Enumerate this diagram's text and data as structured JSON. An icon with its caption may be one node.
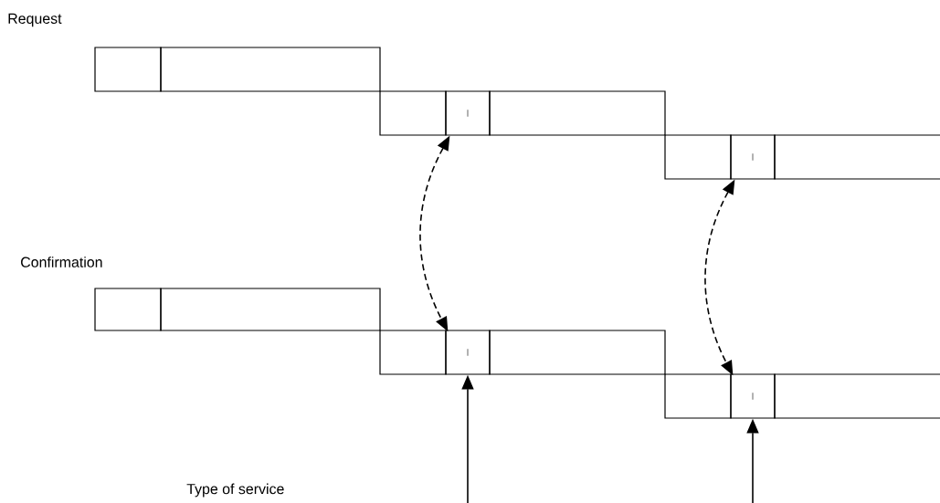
{
  "diagram": {
    "nodes": [
      {
        "text": [],
        "shape": "box"
      },
      {
        "text": [],
        "shape": "box"
      },
      {
        "text": [],
        "shape": "box"
      },
      {
        "text": [
          "I"
        ]
      },
      {
        "text": [],
        "shape": "box"
      },
      {
        "text": [],
        "shape": "box"
      },
      {
        "text": [
          "I"
        ]
      },
      {
        "text": [],
        "shape": "box"
      },
      {
        "text": [],
        "shape": "box"
      },
      {
        "text": [],
        "shape": "box"
      },
      {
        "text": [],
        "shape": "box"
      },
      {
        "text": [
          "I"
        ]
      },
      {
        "text": [],
        "shape": "box"
      },
      {
        "text": [],
        "shape": "box"
      },
      {
        "text": [
          "I"
        ]
      },
      {
        "text": [],
        "shape": "box"
      }
    ],
    "edges": [
      {
        "from": 3,
        "to": 11,
        "arrow": "both",
        "style": "dashed"
      },
      {
        "from": 6,
        "to": 14,
        "arrow": "both",
        "style": "dashed"
      },
      {
        "from": null,
        "to": 11,
        "arrow": "to"
      },
      {
        "from": null,
        "to": 14,
        "arrow": "to"
      }
    ],
    "labels": [
      "Request",
      "Confirmation",
      "Type of service"
    ]
  }
}
